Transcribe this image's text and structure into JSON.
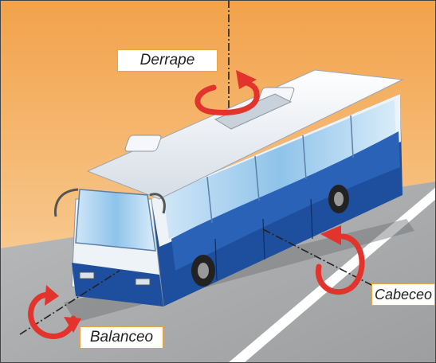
{
  "labels": {
    "derrape": "Derrape",
    "cabeceo": "Cabeceo",
    "balanceo": "Balanceo"
  },
  "colors": {
    "wall_top": "#f2a24a",
    "wall_bottom": "#f8d6a6",
    "road": "#a7a9ab",
    "bus_blue": "#1d4f9e",
    "bus_white": "#eef3f8",
    "arrow_red": "#e2342c",
    "label_border": "#e8a640"
  }
}
